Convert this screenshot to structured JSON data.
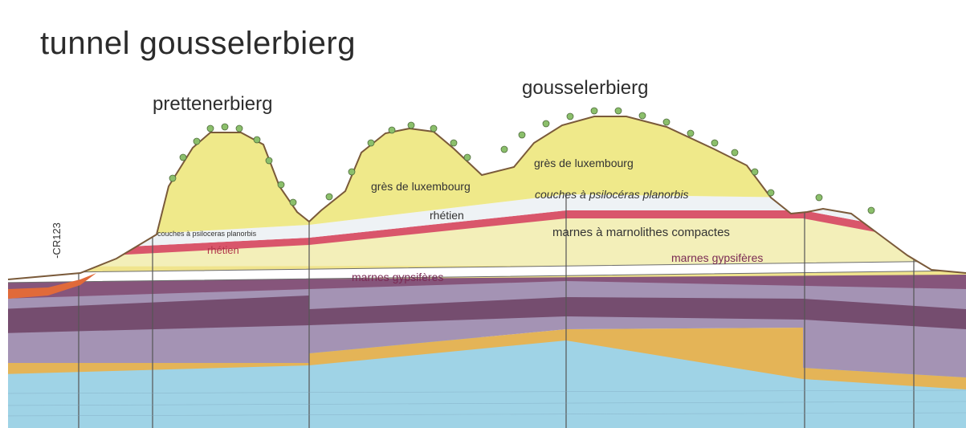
{
  "title": "tunnel gousselerbierg",
  "peaks": {
    "left": "prettenerbierg",
    "right": "gousselerbierg"
  },
  "road_label": "-CR123",
  "layers": {
    "gres_left": "grès de luxembourg",
    "gres_right": "grès de luxembourg",
    "psiloceras_left": "couches à psiloceras planorbis",
    "psiloceras_right": "couches à psilocéras planorbis",
    "rhetien_left": "rhétien",
    "rhetien_center": "rhétien",
    "marnes_marnolithes": "marnes à marnolithes compactes",
    "marnes_gyps_center": "marnes gypsifères",
    "marnes_gyps_right": "marnes gypsifères"
  },
  "colors": {
    "gres": "#efe98a",
    "psiloceras": "#eef2f5",
    "rhetien": "#d9566b",
    "marnes_compactes": "#f3efb9",
    "gypsiferes": "#86557b",
    "purple_light": "#a493b4",
    "purple_dark": "#6d4163",
    "dolomite": "#e4b457",
    "limestone": "#9fd3e6",
    "tunnel": "#ffffff"
  }
}
